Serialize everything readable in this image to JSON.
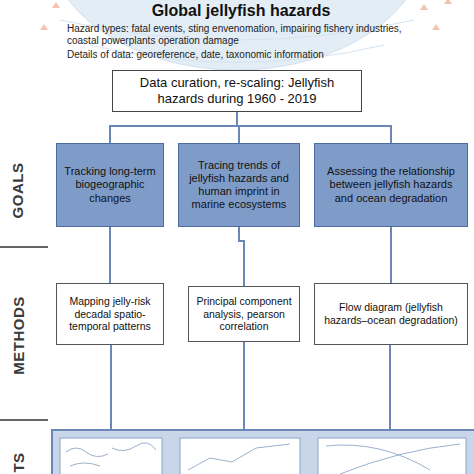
{
  "diagram": {
    "nodes": [
      {
        "text": [
          "Global jellyfish hazards",
          "Hazard types: fatal events, sting envenomation, impairing fishery industries, coastal powerplants operation damage",
          "Details of data: georeference, date, taxonomic information"
        ]
      },
      {
        "text": [
          "Data curation, re-scaling: Jellyfish hazards during 1960 - 2019"
        ]
      },
      {
        "text": [
          "Tracking long-term biogeographic changes"
        ]
      },
      {
        "text": [
          "Tracing trends of jellyfish hazards and human imprint in marine ecosystems"
        ]
      },
      {
        "text": [
          "Assessing the relationship between jellyfish hazards and ocean degradation"
        ]
      },
      {
        "text": [
          "Mapping jelly-risk decadal spatio-temporal patterns"
        ]
      },
      {
        "text": [
          "Principal component analysis, pearson correlation"
        ]
      },
      {
        "text": [
          "Flow diagram (jellyfish hazards–ocean degradation)"
        ]
      }
    ],
    "edges": [
      {
        "from": 1,
        "to": 2,
        "arrow": "none"
      },
      {
        "from": 1,
        "to": 3,
        "arrow": "none"
      },
      {
        "from": 1,
        "to": 4,
        "arrow": "none"
      },
      {
        "from": 2,
        "to": 5,
        "arrow": "none"
      },
      {
        "from": 3,
        "to": 6,
        "arrow": "none"
      },
      {
        "from": 4,
        "to": 7,
        "arrow": "none"
      }
    ],
    "labels": [
      "GOALS",
      "METHODS",
      "TS"
    ]
  }
}
